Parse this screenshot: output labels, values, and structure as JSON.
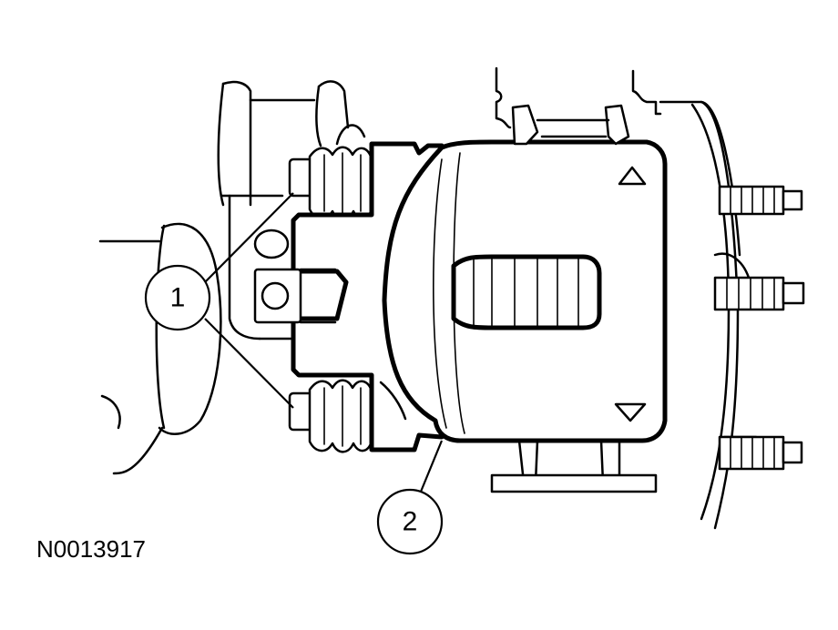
{
  "figure_id": "N0013917",
  "callouts": [
    {
      "label": "1"
    },
    {
      "label": "2"
    }
  ]
}
